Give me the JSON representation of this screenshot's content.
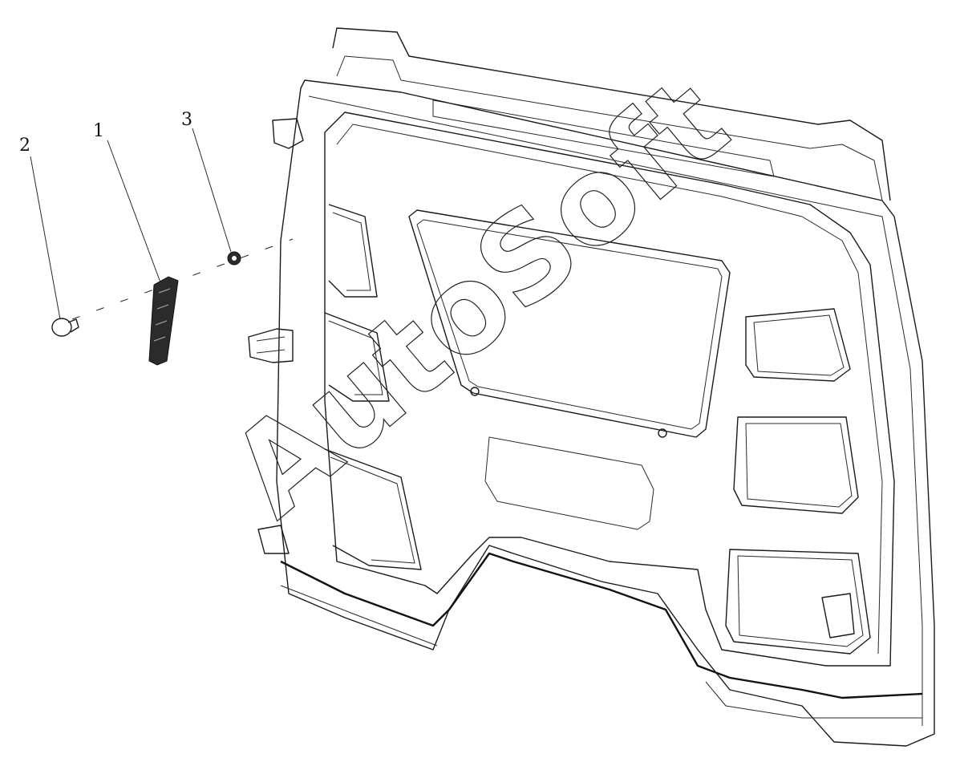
{
  "callouts": [
    {
      "label": "1"
    },
    {
      "label": "2"
    },
    {
      "label": "3"
    }
  ],
  "watermark": "AutoSoft",
  "colors": {
    "line": "#1a1a1a",
    "background": "#ffffff"
  }
}
